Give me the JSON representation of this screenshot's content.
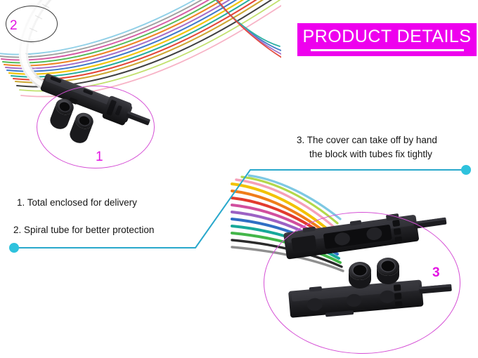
{
  "header": {
    "title": "PRODUCT DETAILS",
    "background_color": "#ee00ee",
    "text_color": "#ffffff"
  },
  "notes": [
    {
      "id": "note-1",
      "text": "1. Total enclosed for delivery"
    },
    {
      "id": "note-2",
      "text": "2. Spiral tube for better protection"
    },
    {
      "id": "note-3",
      "line1": "3. The cover can take off by hand",
      "line2": "the block with tubes fix tightly"
    }
  ],
  "callouts": [
    {
      "id": "callout-1",
      "label": "1",
      "color": "#e313e3"
    },
    {
      "id": "callout-2",
      "label": "2",
      "color": "#e313e3"
    },
    {
      "id": "callout-3",
      "label": "3",
      "color": "#e313e3"
    }
  ],
  "colors": {
    "magenta": "#ee00ee",
    "ring_magenta": "#d54fd5",
    "ring_dark": "#3a3a3a",
    "leader_teal": "#29a8cc",
    "leader_dot": "#2ec2dd",
    "connector_black": "#232326",
    "text": "#151515"
  },
  "fiber_colors": [
    "#f2c200",
    "#ef7d1a",
    "#e23b2e",
    "#d14f9e",
    "#9c62c4",
    "#2f6fc4",
    "#18a99a",
    "#43b649",
    "#8f8f8f",
    "#2b2b2b",
    "#f5a0b8",
    "#c9a227",
    "#7ec8e3",
    "#b3d84a",
    "#e6e6e6"
  ]
}
